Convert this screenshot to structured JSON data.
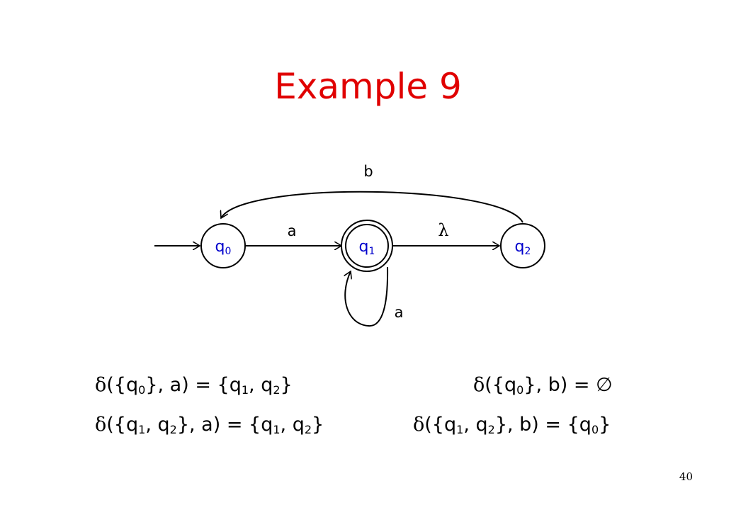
{
  "title": "Example 9",
  "page_number": "40",
  "automaton": {
    "states": [
      {
        "id": "q0",
        "base": "q",
        "index": "0",
        "initial": true,
        "accepting": false
      },
      {
        "id": "q1",
        "base": "q",
        "index": "1",
        "initial": false,
        "accepting": true
      },
      {
        "id": "q2",
        "base": "q",
        "index": "2",
        "initial": false,
        "accepting": false
      }
    ],
    "transitions": [
      {
        "from": "q0",
        "to": "q1",
        "label": "a"
      },
      {
        "from": "q1",
        "to": "q2",
        "label": "λ"
      },
      {
        "from": "q2",
        "to": "q0",
        "label": "b"
      },
      {
        "from": "q1",
        "to": "q1",
        "label": "a"
      }
    ]
  },
  "equations": [
    {
      "parts": [
        "δ",
        "({q",
        "0",
        "}, a) = {q",
        "1",
        ", q",
        "2",
        "}"
      ]
    },
    {
      "parts": [
        "δ",
        "({q",
        "0",
        "}, b) = ∅"
      ]
    },
    {
      "parts": [
        "δ",
        "({q",
        "1",
        ", q",
        "2",
        "}, a) = {q",
        "1",
        ", q",
        "2",
        "}"
      ]
    },
    {
      "parts": [
        "δ",
        "({q",
        "1",
        ", q",
        "2",
        "}, b) = {q",
        "0",
        "}"
      ]
    }
  ],
  "colors": {
    "title": "#e00000",
    "state_label": "#0000cc",
    "line": "#000000"
  }
}
